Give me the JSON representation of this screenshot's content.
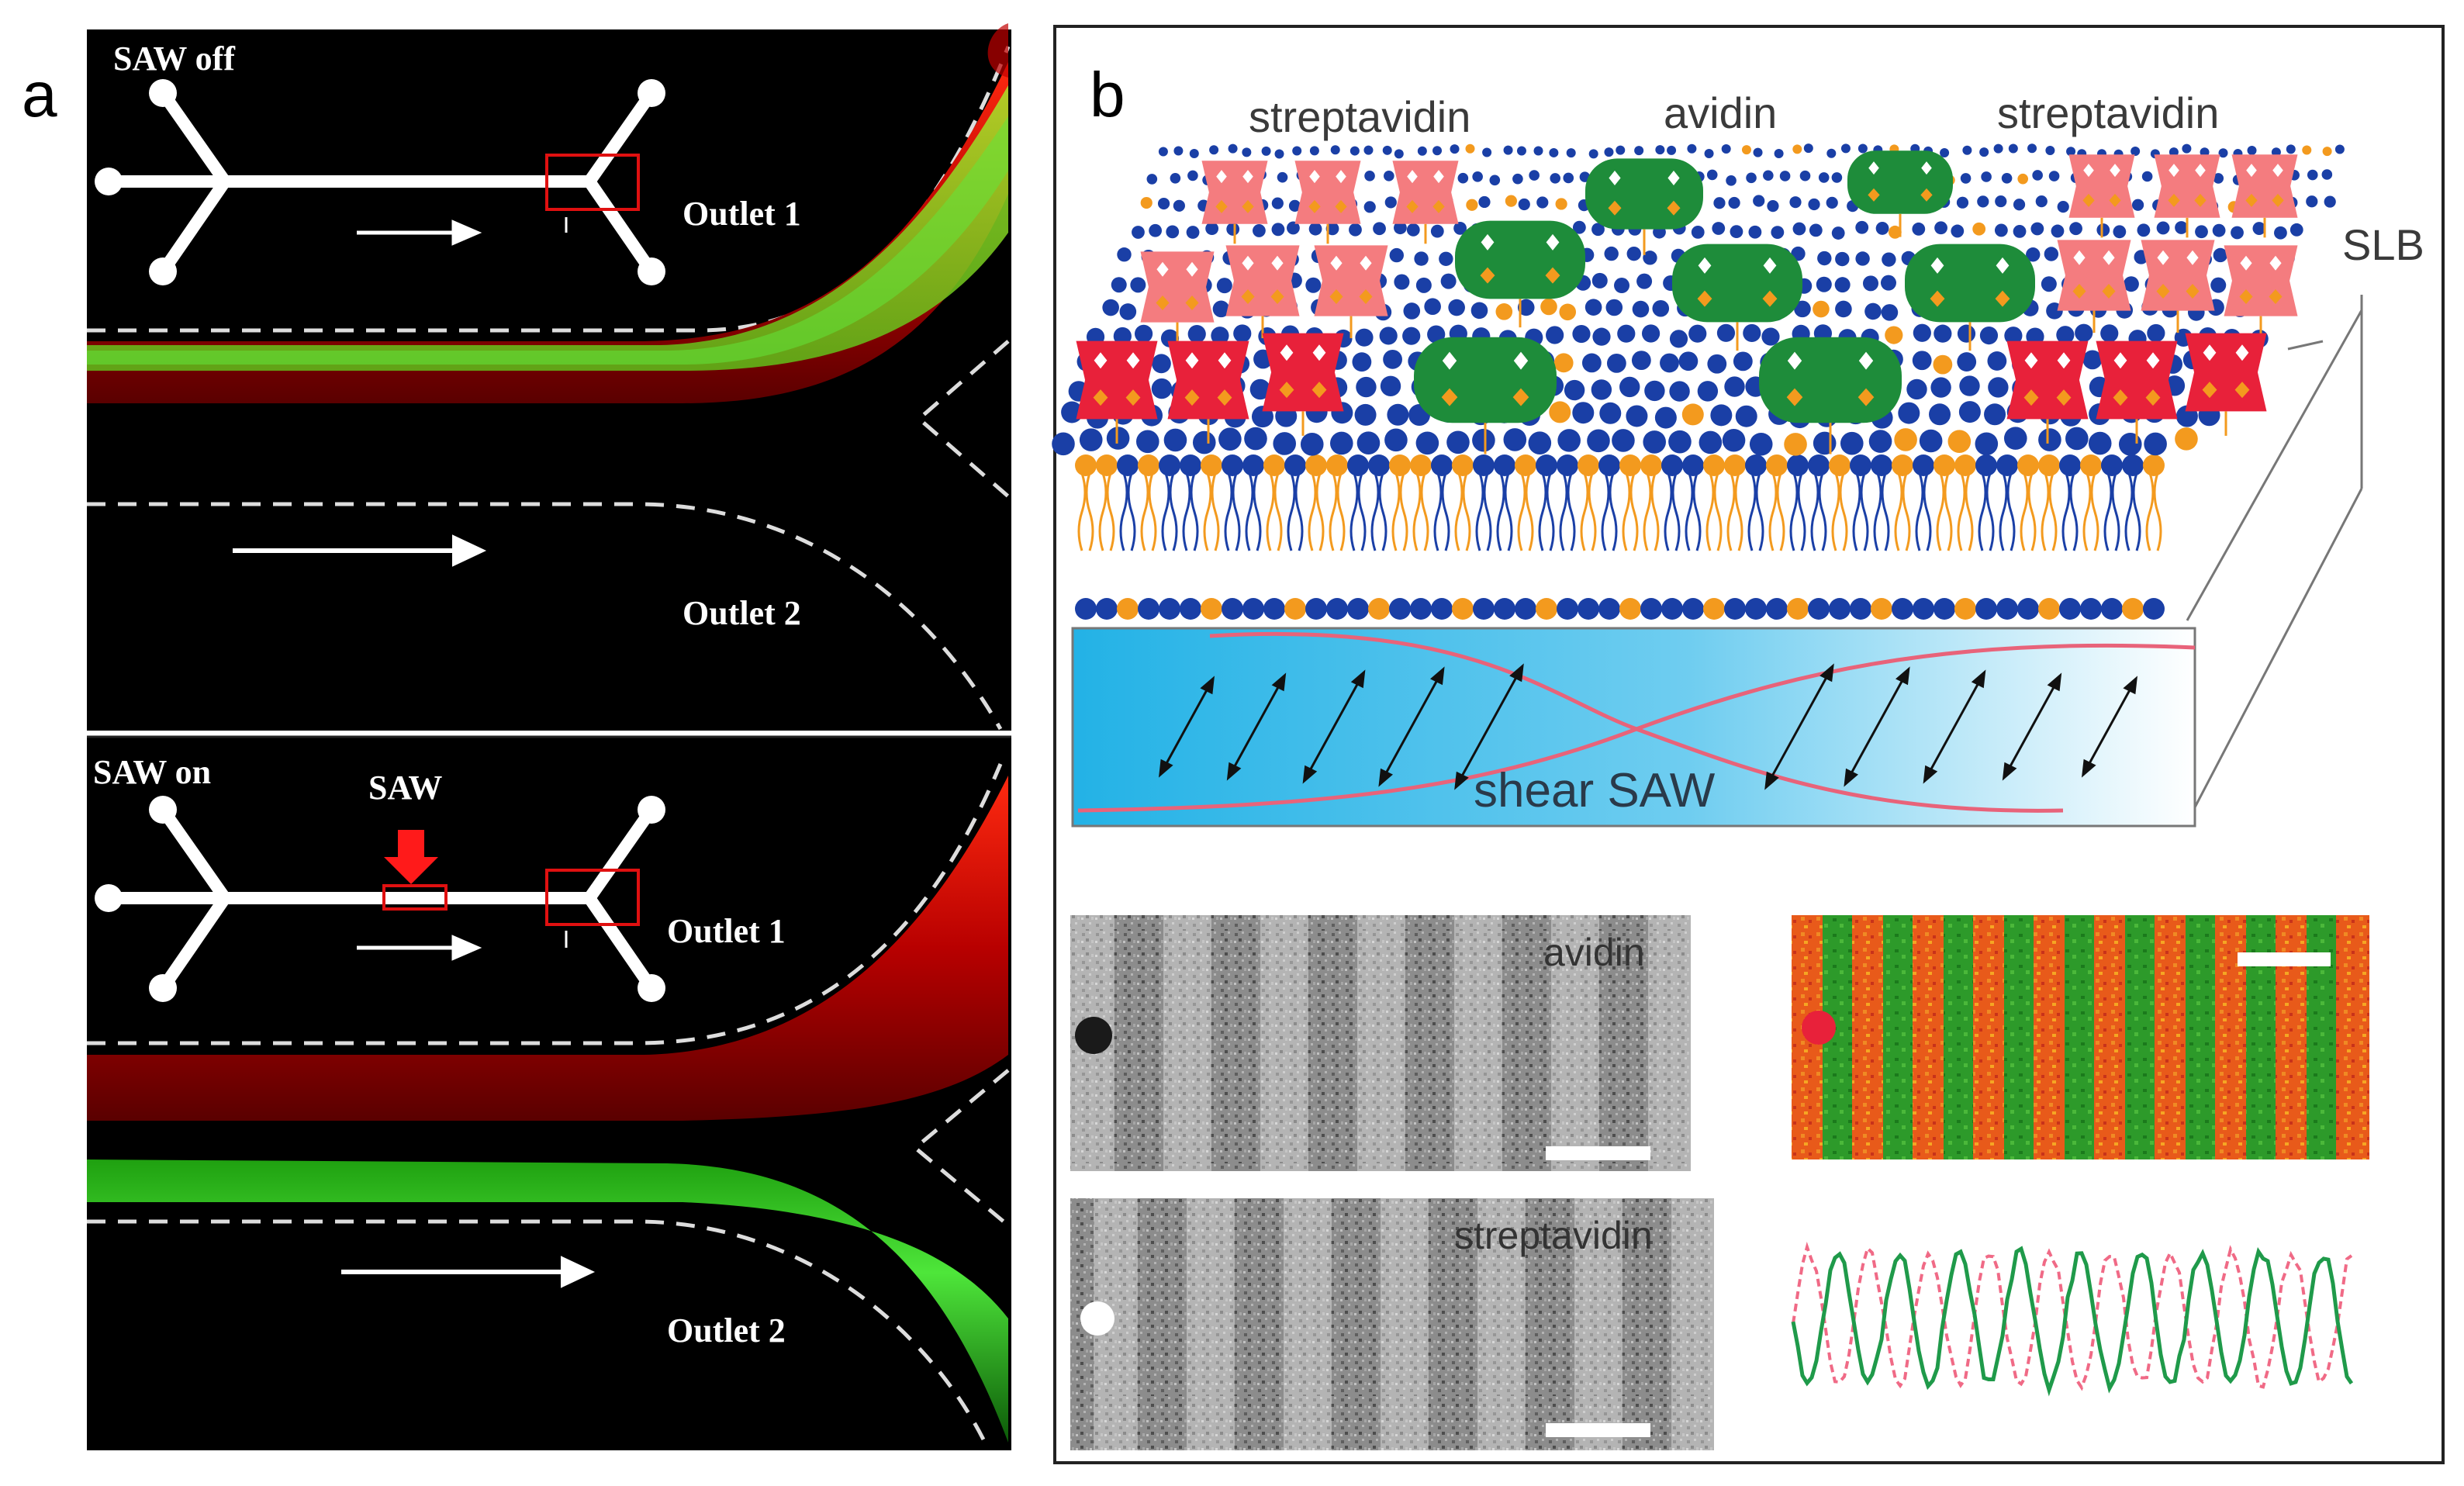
{
  "panel_a": {
    "label": "a",
    "top": {
      "state": "SAW off",
      "outlet1": "Outlet 1",
      "outlet2": "Outlet 2"
    },
    "bottom": {
      "state": "SAW on",
      "saw_label": "SAW",
      "outlet1": "Outlet 1",
      "outlet2": "Outlet 2"
    }
  },
  "panel_b": {
    "label": "b",
    "proteins": {
      "left": "streptavidin",
      "middle": "avidin",
      "right": "streptavidin"
    },
    "slb_label": "SLB",
    "wave_label": "shear SAW",
    "micrographs": {
      "avidin": "avidin",
      "streptavidin": "streptavidin"
    }
  },
  "colors": {
    "streptavidin_dark": "#e8213a",
    "streptavidin_light": "#f47c7f",
    "avidin": "#1e8c3a",
    "lipid_head_blue": "#1a3fa6",
    "lipid_head_orange": "#f39a1e",
    "substrate": "#29b5e8",
    "wave": "#e8637a",
    "fluid_red": "#b00000",
    "fluid_green": "#34d12a"
  }
}
